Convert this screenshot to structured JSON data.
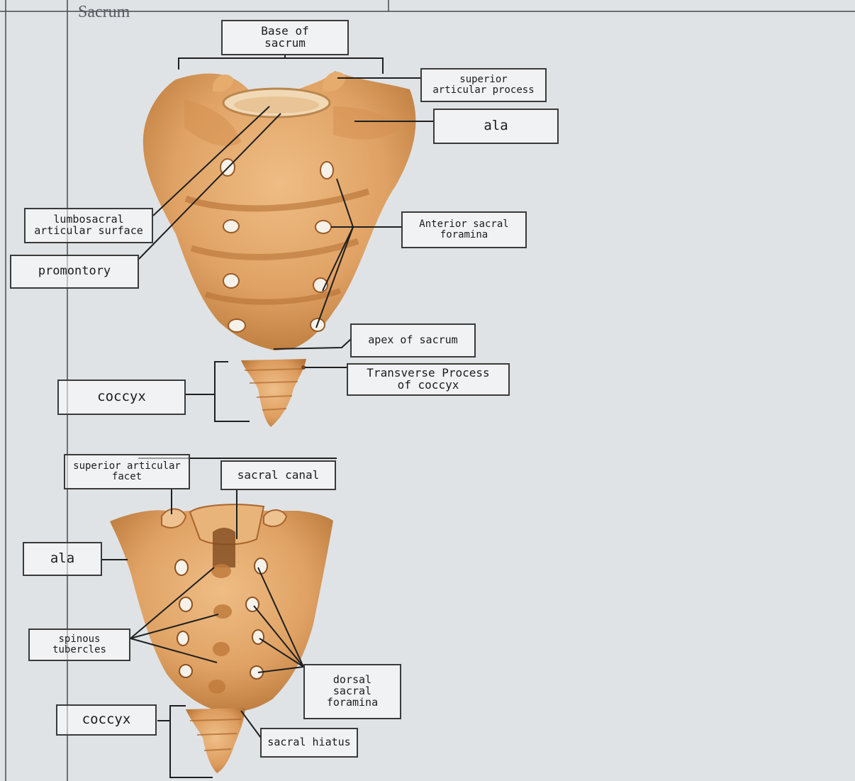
{
  "figure": {
    "heading": "Sacrum",
    "colors": {
      "paper": "#dfe3e6",
      "bone_light": "#e8b276",
      "bone_mid": "#d8975a",
      "bone_dark": "#a8652c",
      "ink": "#1f1f1f",
      "rule": "#4a4a4a"
    }
  },
  "labels": {
    "base_of_sacrum": "Base of\nsacrum",
    "superior_articular_process": "superior\narticular process",
    "ala_anterior": "ala",
    "lumbosacral_articular_surface": "lumbosacral\narticular surface",
    "promontory": "promontory",
    "anterior_sacral_foramina": "Anterior sacral\nforamina",
    "apex_of_sacrum": "apex of sacrum",
    "transverse_process_of_coccyx": "Transverse Process\nof coccyx",
    "coccyx_anterior": "coccyx",
    "superior_articular_facet": "superior articular\nfacet",
    "sacral_canal": "sacral canal",
    "ala_posterior": "ala",
    "spinous_tubercles": "spinous\ntubercles",
    "dorsal_sacral_foramina": "dorsal\nsacral\nforamina",
    "coccyx_posterior": "coccyx",
    "sacral_hiatus": "sacral hiatus"
  }
}
